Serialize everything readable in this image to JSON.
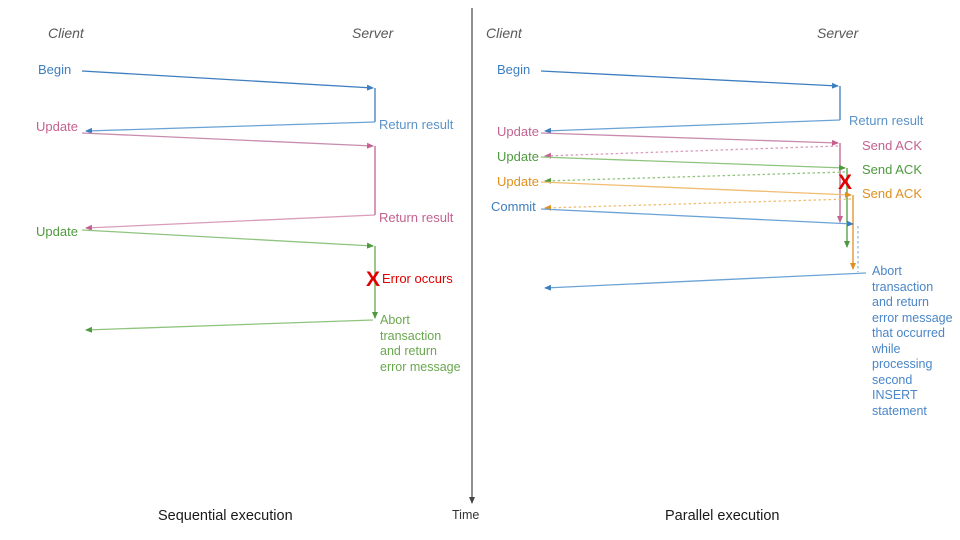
{
  "colors": {
    "blue": "#3d7ebf",
    "blue_light": "#7aaede",
    "pink": "#c4628f",
    "pink_light": "#d99cbb",
    "green": "#4f9a3f",
    "green_light": "#8fc47e",
    "orange": "#e0901f",
    "orange_light": "#f0bd72",
    "red": "#e00000",
    "grey": "#595959",
    "axis": "#444444"
  },
  "axis": {
    "time_label": "Time"
  },
  "panels": [
    {
      "id": "sequential",
      "caption": "Sequential execution",
      "client_title": "Client",
      "server_title": "Server",
      "messages": [
        {
          "label": "Begin",
          "color": "blue",
          "direction": "to-server"
        },
        {
          "label": "Return result",
          "color": "blue",
          "direction": "to-client"
        },
        {
          "label": "Update",
          "color": "pink",
          "direction": "to-server"
        },
        {
          "label": "Return result",
          "color": "pink",
          "direction": "to-client"
        },
        {
          "label": "Update",
          "color": "green",
          "direction": "to-server"
        }
      ],
      "error": {
        "marker": "X",
        "label": "Error occurs"
      },
      "note": {
        "color": "green",
        "lines": [
          "Abort",
          "transaction",
          "and return",
          "error message"
        ]
      }
    },
    {
      "id": "parallel",
      "caption": "Parallel execution",
      "client_title": "Client",
      "server_title": "Server",
      "messages": [
        {
          "label": "Begin",
          "color": "blue",
          "direction": "to-server"
        },
        {
          "label": "Return result",
          "color": "blue",
          "direction": "to-client"
        },
        {
          "label": "Update",
          "color": "pink",
          "direction": "to-server"
        },
        {
          "label": "Send ACK",
          "color": "pink",
          "direction": "to-client"
        },
        {
          "label": "Update",
          "color": "green",
          "direction": "to-server"
        },
        {
          "label": "Send ACK",
          "color": "green",
          "direction": "to-client"
        },
        {
          "label": "Update",
          "color": "orange",
          "direction": "to-server"
        },
        {
          "label": "Send ACK",
          "color": "orange",
          "direction": "to-client"
        },
        {
          "label": "Commit",
          "color": "blue",
          "direction": "to-server"
        }
      ],
      "error": {
        "marker": "X",
        "label": ""
      },
      "note": {
        "color": "blue",
        "lines": [
          "Abort",
          "transaction",
          "and return",
          "error message",
          "that occurred",
          "while",
          "processing",
          "second",
          "INSERT",
          "statement"
        ]
      }
    }
  ]
}
